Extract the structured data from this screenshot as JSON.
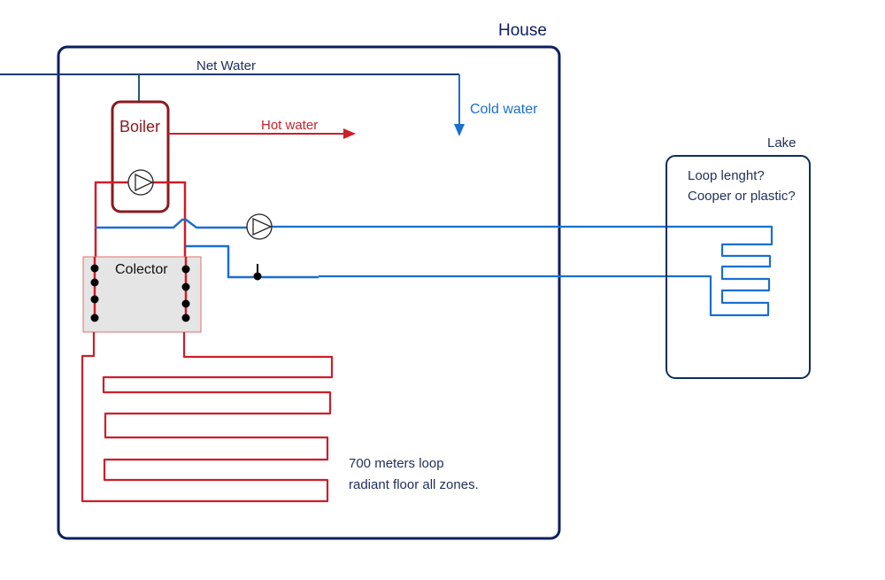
{
  "labels": {
    "house": "House",
    "net_water": "Net Water",
    "cold_water": "Cold water",
    "boiler": "Boiler",
    "hot_water": "Hot water",
    "collector": "Colector",
    "lake": "Lake",
    "lake_note_1": "Loop lenght?",
    "lake_note_2": "Cooper or plastic?",
    "floor_note_1": "700 meters loop",
    "floor_note_2": "radiant floor all zones."
  },
  "colors": {
    "house_border": "#0c1f5e",
    "net_water": "#1a3a6e",
    "cold_water": "#1a6fd1",
    "hot_water": "#cc1f2a",
    "boiler": "#8b1a1f",
    "collector_fill": "#e5e5e5",
    "collector_border": "#e07070",
    "blue_pipe": "#1a6fd1",
    "lake_border": "#0f2d5c",
    "text_dark": "#1f2d5a"
  }
}
